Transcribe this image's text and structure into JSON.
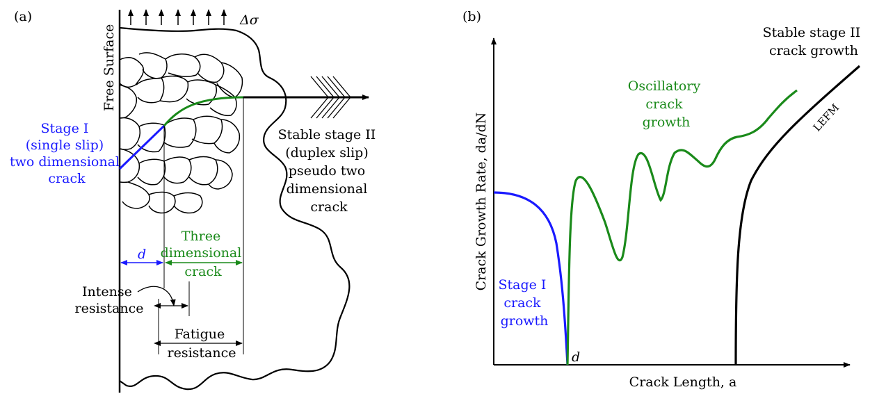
{
  "panel_a": {
    "label": "(a)",
    "stress": "Δσ",
    "free_surface": "Free Surface",
    "stage1": [
      "Stage I",
      "(single slip)",
      "two dimensional",
      "crack"
    ],
    "stage2": [
      "Stable stage II",
      "(duplex slip)",
      "pseudo two",
      "dimensional",
      "crack"
    ],
    "three_d": [
      "Three",
      "dimensional",
      "crack"
    ],
    "d": "d",
    "intense": [
      "Intense",
      "resistance"
    ],
    "fatigue": [
      "Fatigue",
      "resistance"
    ],
    "colors": {
      "stage1": "#1a1aff",
      "three_d": "#1a8a1a",
      "default": "#000000"
    }
  },
  "panel_b": {
    "label": "(b)",
    "ylabel": "Crack Growth Rate, da/dN",
    "xlabel": "Crack Length, a",
    "stage1": [
      "Stage I",
      "crack",
      "growth"
    ],
    "oscillatory": [
      "Oscillatory",
      "crack",
      "growth"
    ],
    "stable": [
      "Stable stage II",
      "crack growth"
    ],
    "lefm": "LEFM",
    "d": "d",
    "colors": {
      "stage1": "#1a1aff",
      "oscillatory": "#1a8a1a",
      "stable": "#000000"
    }
  }
}
